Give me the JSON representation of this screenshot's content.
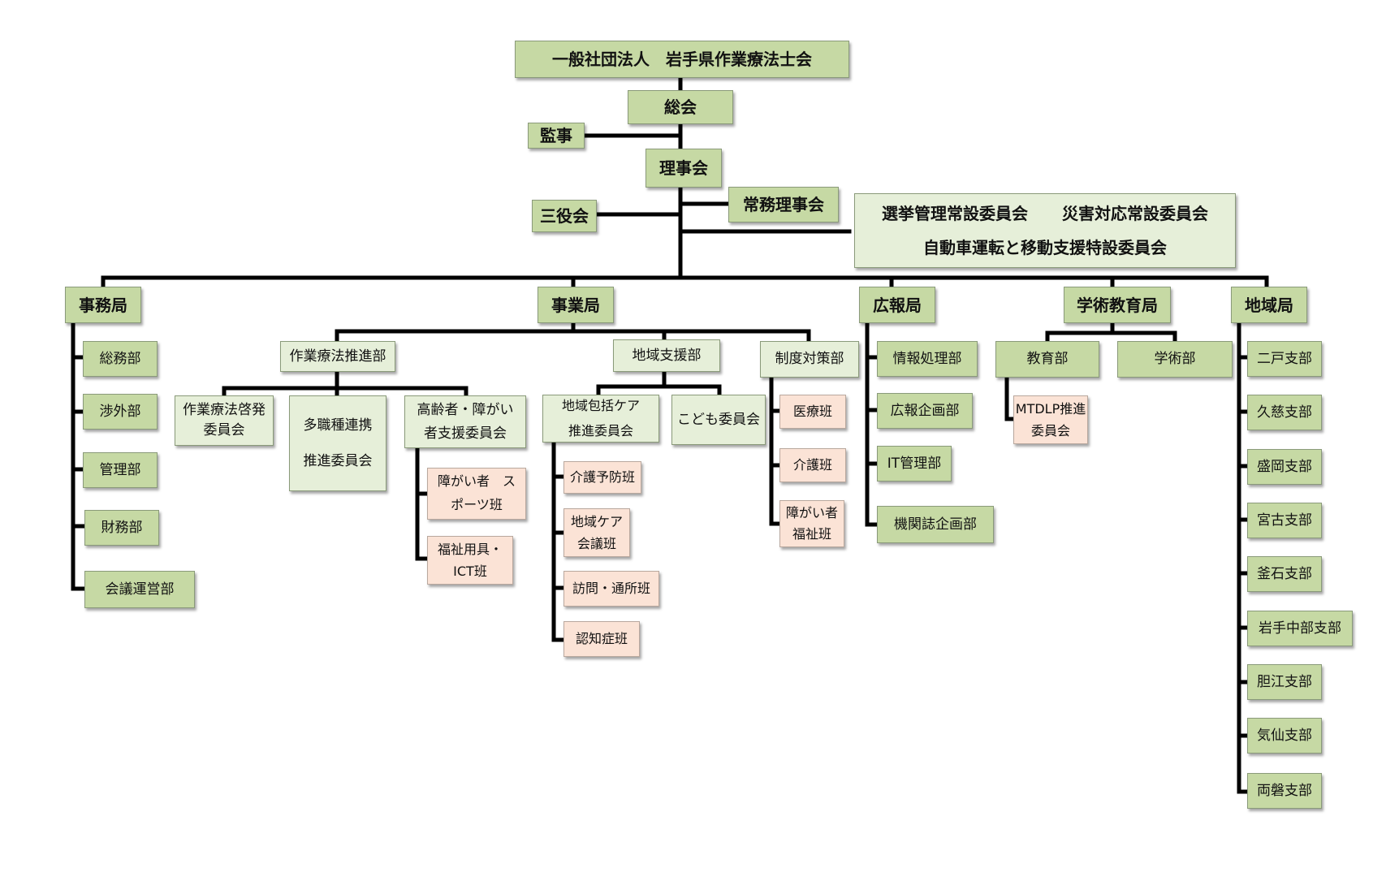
{
  "org": {
    "root": "一般社団法人　岩手県作業療法士会",
    "general_meeting": "総会",
    "auditor": "監事",
    "board": "理事会",
    "three_officers": "三役会",
    "executive_board": "常務理事会",
    "standing_committees": {
      "election": "選挙管理常設委員会",
      "disaster": "災害対応常設委員会",
      "driving": "自動車運転と移動支援特設委員会"
    },
    "secretariat": {
      "name": "事務局",
      "depts": [
        "総務部",
        "渉外部",
        "管理部",
        "財務部",
        "会議運営部"
      ]
    },
    "business": {
      "name": "事業局",
      "ot_promotion": {
        "name": "作業療法推進部",
        "enlightenment_line1": "作業療法啓発",
        "enlightenment_line2": "委員会",
        "multi_line1": "多職種連携",
        "multi_line2": "推進委員会",
        "elderly_line1": "高齢者・障がい",
        "elderly_line2": "者支援委員会",
        "sports_line1": "障がい者　ス",
        "sports_line2": "ポーツ班",
        "welfare_line1": "福祉用具・",
        "welfare_line2": "ICT班"
      },
      "regional_support": {
        "name": "地域支援部",
        "care_line1": "地域包括ケア",
        "care_line2": "推進委員会",
        "children": "こども委員会",
        "prevention": "介護予防班",
        "meeting_line1": "地域ケア",
        "meeting_line2": "会議班",
        "visit": "訪問・通所班",
        "dementia": "認知症班"
      },
      "policy": {
        "name": "制度対策部",
        "medical": "医療班",
        "care": "介護班",
        "disability_line1": "障がい者",
        "disability_line2": "福祉班"
      }
    },
    "pr": {
      "name": "広報局",
      "depts": [
        "情報処理部",
        "広報企画部",
        "IT管理部",
        "機関誌企画部"
      ]
    },
    "academic": {
      "name": "学術教育局",
      "education": "教育部",
      "academic_dept": "学術部",
      "mtdlp_line1": "MTDLP推進",
      "mtdlp_line2": "委員会"
    },
    "regional": {
      "name": "地域局",
      "branches": [
        "二戸支部",
        "久慈支部",
        "盛岡支部",
        "宮古支部",
        "釜石支部",
        "岩手中部支部",
        "胆江支部",
        "気仙支部",
        "両磐支部"
      ]
    }
  }
}
